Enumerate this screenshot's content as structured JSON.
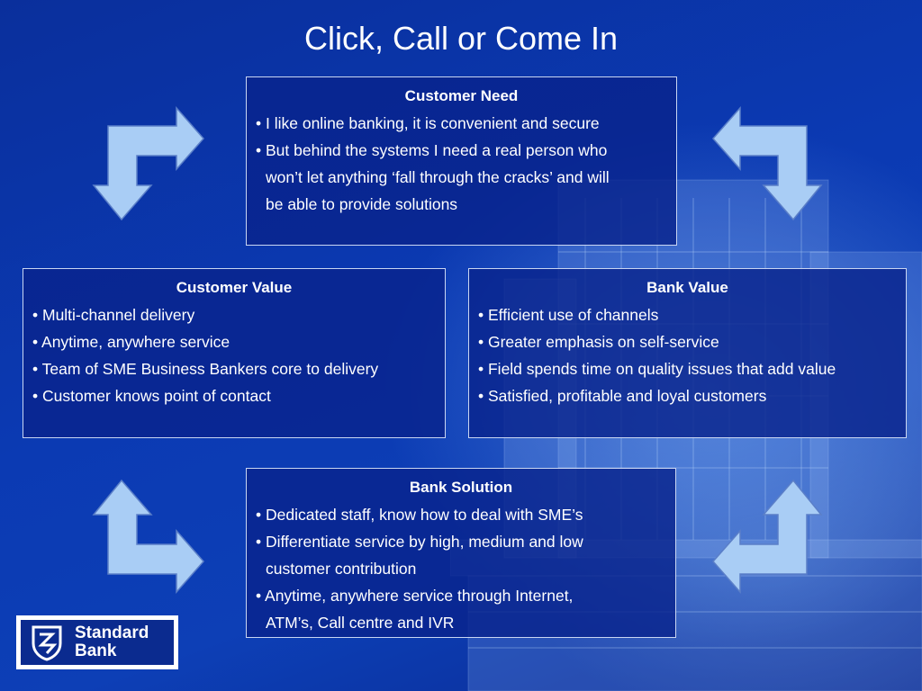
{
  "slide": {
    "title": "Click, Call or Come In"
  },
  "customer_need": {
    "heading": "Customer Need",
    "lines": [
      "• I like online banking, it is convenient and secure",
      "• But behind the systems I need a real person who",
      "won’t let anything ‘fall through the cracks’ and will",
      "be able to provide solutions"
    ]
  },
  "customer_value": {
    "heading": "Customer Value",
    "lines": [
      "• Multi-channel delivery",
      "• Anytime, anywhere service",
      "• Team of SME Business Bankers core to delivery",
      "• Customer knows point of contact"
    ]
  },
  "bank_value": {
    "heading": "Bank Value",
    "lines": [
      "• Efficient use of channels",
      "• Greater emphasis on self-service",
      "• Field spends time on quality issues that add value",
      "• Satisfied, profitable and loyal customers"
    ]
  },
  "bank_solution": {
    "heading": "Bank Solution",
    "lines": [
      "• Dedicated staff, know how to deal with SME’s",
      "• Differentiate service by high, medium and low",
      "customer contribution",
      "• Anytime, anywhere service through Internet,",
      "ATM’s, Call centre and IVR"
    ]
  },
  "logo": {
    "name_line1": "Standard",
    "name_line2": "Bank"
  },
  "colors": {
    "background": "#0b3ab3",
    "box_fill": "#08238c",
    "arrow_fill": "#a9cdf5",
    "arrow_stroke": "#5b7fc8"
  }
}
